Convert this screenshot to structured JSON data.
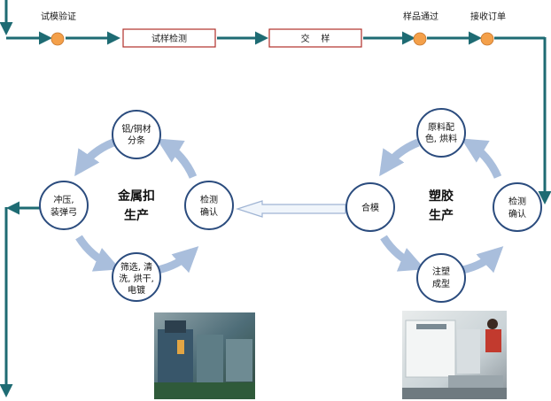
{
  "flow": {
    "step1_label": "试模验证",
    "box1_label": "试样检测",
    "box2_label": "交    样",
    "step2_label": "样品通过",
    "step3_label": "接收订单"
  },
  "metal_cycle": {
    "title_line1": "金属扣",
    "title_line2": "生产",
    "node_top_line1": "铝/铜材",
    "node_top_line2": "分条",
    "node_left_line1": "冲压,",
    "node_left_line2": "装弹弓",
    "node_bottom_line1": "筛选, 清",
    "node_bottom_line2": "洗, 烘干,",
    "node_bottom_line3": "电镀",
    "node_right_line1": "检测",
    "node_right_line2": "确认"
  },
  "plastic_cycle": {
    "title_line1": "塑胶",
    "title_line2": "生产",
    "node_top_line1": "原料配",
    "node_top_line2": "色, 烘料",
    "node_left_line1": "合模",
    "node_bottom_line1": "注塑",
    "node_bottom_line2": "成型",
    "node_right_line1": "检测",
    "node_right_line2": "确认"
  },
  "colors": {
    "flow_arrow": "#1e6b73",
    "dot": "#f4a04a",
    "box_border": "#b0302a",
    "cycle_arrow": "#a9bedc",
    "node_border": "#2b4c7e"
  }
}
